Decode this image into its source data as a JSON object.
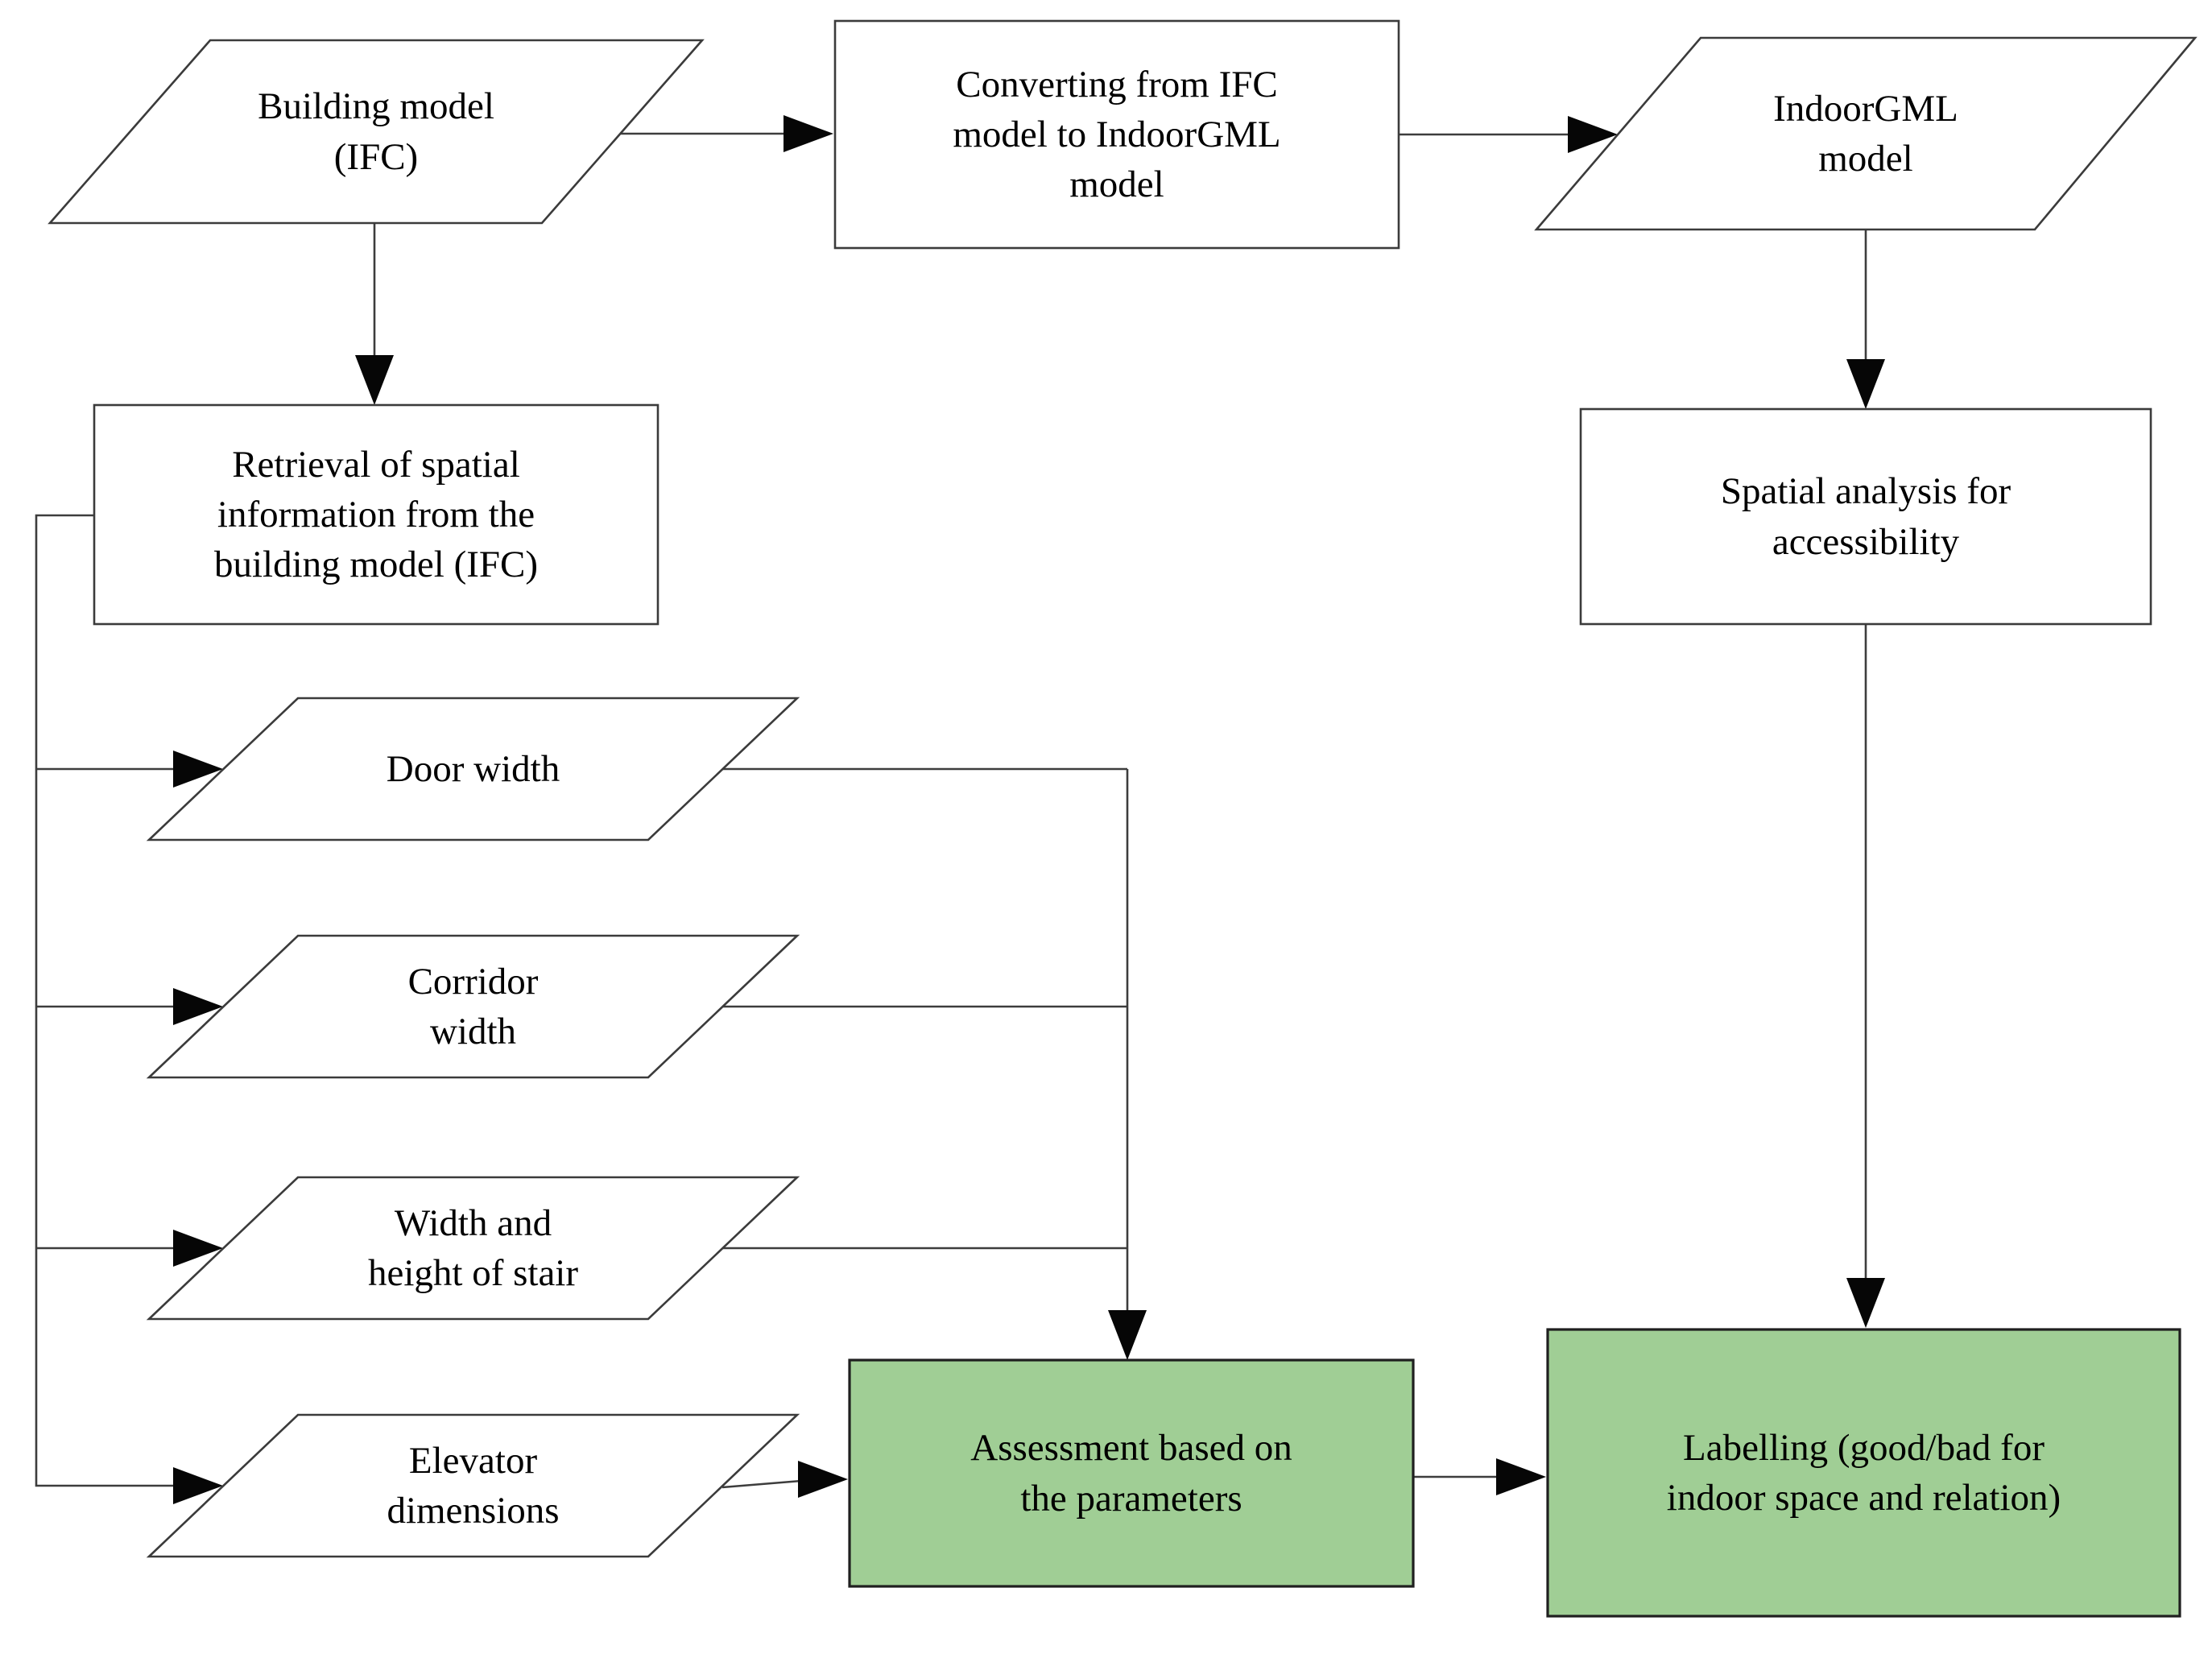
{
  "diagram": {
    "title": "IFC to IndoorGML accessibility assessment workflow",
    "background_color": "#ffffff",
    "colors": {
      "process_fill": "#ffffff",
      "highlight_fill": "#a0ce95",
      "border": "#3b3b3b",
      "line": "#3d3d3d",
      "arrow": "#060606",
      "text": "#000000"
    },
    "nodes": {
      "building_model": {
        "shape": "parallelogram",
        "label": "Building model\n(IFC)"
      },
      "converting": {
        "shape": "rectangle",
        "label": "Converting from IFC\nmodel to IndoorGML\nmodel"
      },
      "indoorgml_model": {
        "shape": "parallelogram",
        "label": "IndoorGML\nmodel"
      },
      "retrieval": {
        "shape": "rectangle",
        "label": "Retrieval of spatial\ninformation from the\nbuilding model (IFC)"
      },
      "spatial_analysis": {
        "shape": "rectangle",
        "label": "Spatial analysis for\naccessibility"
      },
      "door_width": {
        "shape": "parallelogram",
        "label": "Door width"
      },
      "corridor_width": {
        "shape": "parallelogram",
        "label": "Corridor\nwidth"
      },
      "stair": {
        "shape": "parallelogram",
        "label": "Width and\nheight of stair"
      },
      "elevator": {
        "shape": "parallelogram",
        "label": "Elevator\ndimensions"
      },
      "assessment": {
        "shape": "rectangle",
        "highlighted": true,
        "label": "Assessment based on\nthe parameters"
      },
      "labelling": {
        "shape": "rectangle",
        "highlighted": true,
        "label": "Labelling (good/bad for\nindoor space and relation)"
      }
    },
    "edges": [
      {
        "from": "building_model",
        "to": "converting"
      },
      {
        "from": "converting",
        "to": "indoorgml_model"
      },
      {
        "from": "building_model",
        "to": "retrieval"
      },
      {
        "from": "indoorgml_model",
        "to": "spatial_analysis"
      },
      {
        "from": "retrieval",
        "to": "door_width"
      },
      {
        "from": "retrieval",
        "to": "corridor_width"
      },
      {
        "from": "retrieval",
        "to": "stair"
      },
      {
        "from": "retrieval",
        "to": "elevator"
      },
      {
        "from": "door_width",
        "to": "assessment"
      },
      {
        "from": "corridor_width",
        "to": "assessment"
      },
      {
        "from": "stair",
        "to": "assessment"
      },
      {
        "from": "elevator",
        "to": "assessment"
      },
      {
        "from": "spatial_analysis",
        "to": "labelling"
      },
      {
        "from": "assessment",
        "to": "labelling"
      }
    ]
  }
}
